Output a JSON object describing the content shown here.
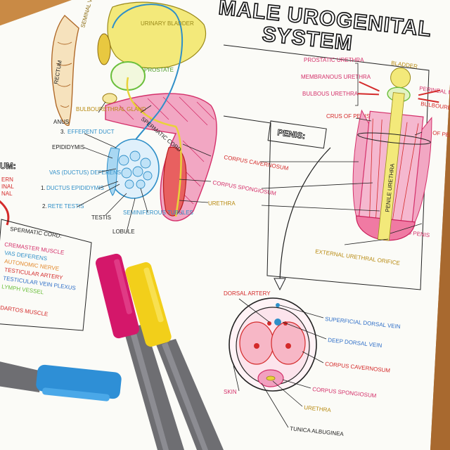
{
  "sheet": {
    "title_line1": "MALE UROGENITAL",
    "title_line2": "SYSTEM"
  },
  "colors": {
    "paper": "#fbfbf7",
    "table_wood": "#c98a45",
    "pink": "#e8407a",
    "red": "#d42a2a",
    "blue": "#2f8fc8",
    "green": "#6bbf3c",
    "yellow": "#e9d23a",
    "orange": "#e38a2e",
    "purple": "#7a4aa0"
  },
  "labels": {
    "urinary_bladder": "URINARY BLADDER",
    "seminal_vesicle": "SEMINAL VESICLE",
    "rectum": "RECTUM",
    "prostate": "PROSTATE",
    "bulbourethral_gland": "BULBOURETHRAL GLAND",
    "anus": "ANUS",
    "efferent_duct": "EFFERENT DUCT",
    "efferent_num": "3.",
    "spermatic_cord": "SPERMATIC CORD",
    "epididymis": "EPIDIDYMIS",
    "vas_deferens": "VAS (DUCTUS) DEFERENS",
    "ductus_epididymis": "DUCTUS EPIDIDYMIS",
    "ductus_num": "1.",
    "rete_testis": "RETE TESTIS",
    "rete_num": "2.",
    "testis": "TESTIS",
    "seminiferous_tubules": "SEMINIFEROUS TUBULES",
    "lobule": "LOBULE",
    "corpus_cavernosum": "CORPUS CAVERNOSUM",
    "corpus_spongiosum": "CORPUS SPONGIOSUM",
    "urethra": "URETHRA",
    "penis_heading": "PENIS:",
    "prostatic_urethra": "PROSTATIC URETHRA",
    "membranous_urethra": "MEMBRANOUS URETHRA",
    "bulbous_urethra": "BULBOUS URETHRA",
    "bladder": "BLADDER",
    "perineal_muscle": "PERINEAL MUSCLE",
    "bulbourethral_gland_2": "BULBOURETHRAL GLAND",
    "crus_of_penis": "CRUS OF PENIS",
    "bulb_of_penis": "BULB OF PENIS",
    "penile_urethra": "PENILE URETHRA",
    "glans_penis": "GLANS PENIS",
    "external_urethral_orifice": "EXTERNAL URETHRAL ORIFICE",
    "dorsal_artery": "DORSAL ARTERY",
    "superficial_dorsal_vein": "SUPERFICIAL DORSAL VEIN",
    "deep_dorsal_vein": "DEEP DORSAL VEIN",
    "corpus_cavernosum_2": "CORPUS CAVERNOSUM",
    "corpus_spongiosum_2": "CORPUS SPONGIOSUM",
    "skin": "SKIN",
    "urethra_2": "URETHRA",
    "tunica_albuginea": "TUNICA ALBUGINEA",
    "scrotum_heading": "UM:",
    "spermatic_cord_box": "SPERMATIC CORD:",
    "cremaster_muscle": "CREMASTER MUSCLE",
    "vas_deferens_2": "VAS DEFERENS",
    "autonomic_nerve": "AUTONOMIC NERVE",
    "testicular_artery": "TESTICULAR ARTERY",
    "testicular_vein_plexus": "TESTICULAR VEIN PLEXUS",
    "lymph_vessel": "LYMPH VESSEL",
    "dartos_muscle": "DARTOS MUSCLE",
    "left_partial_1": "ERN",
    "left_partial_2": "INAL",
    "left_partial_3": "NAL"
  },
  "pens": [
    {
      "name": "magenta-pen",
      "barrel": "#6e6e72",
      "cap": "#d4176a"
    },
    {
      "name": "yellow-pen",
      "barrel": "#6e6e72",
      "cap": "#f2cf1a"
    },
    {
      "name": "blue-pen",
      "barrel": "#6e6e72",
      "cap": "#2e8fd6"
    }
  ]
}
